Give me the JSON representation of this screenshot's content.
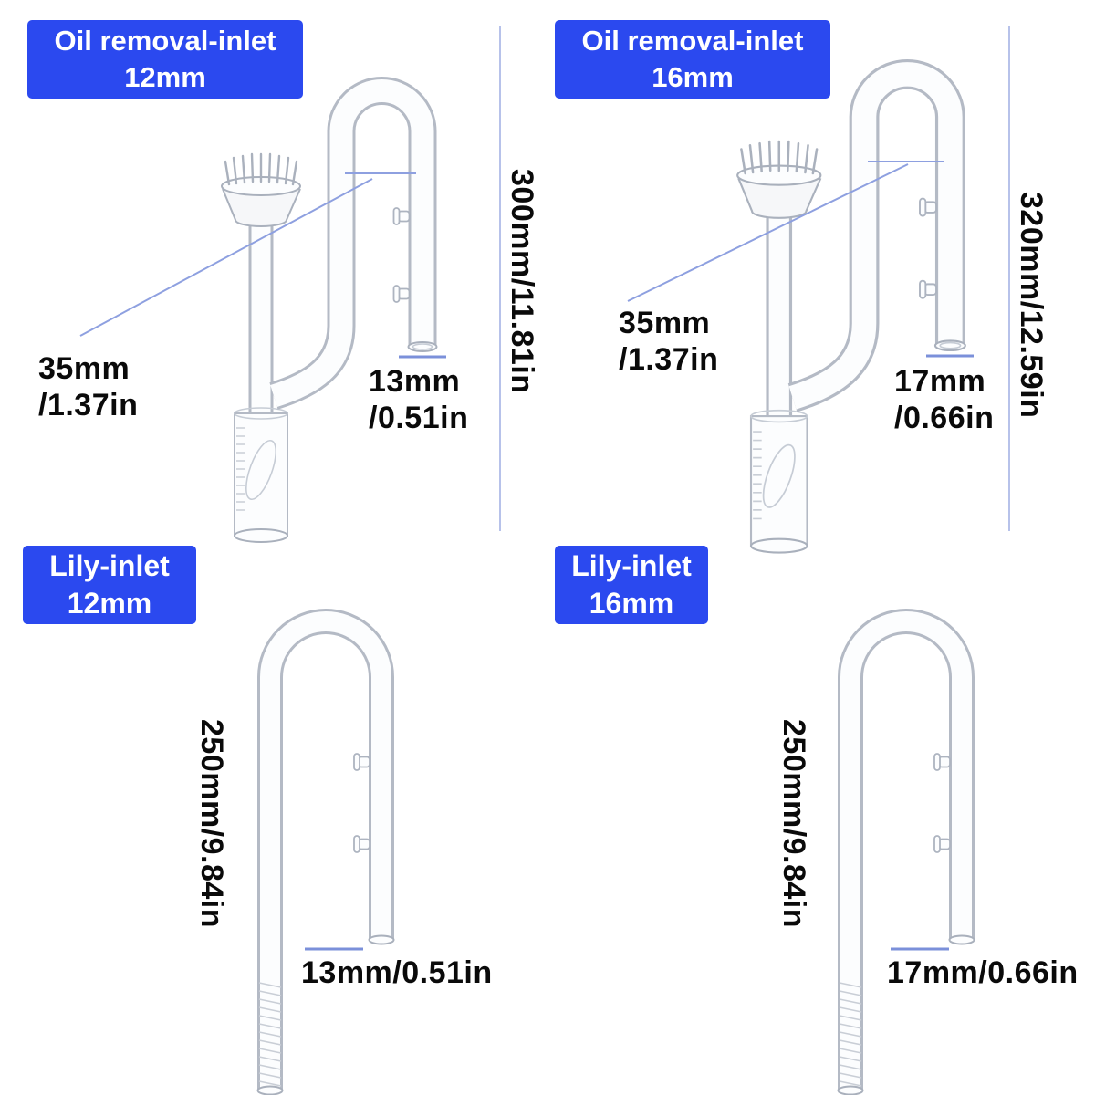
{
  "colors": {
    "badge_blue": "#2b49ef",
    "annotation_blue": "#8ea0e0",
    "tick_blue": "#7b90da",
    "glass_gray": "#b4bac5"
  },
  "products": {
    "oil_removal_12": {
      "badge_line1": "Oil removal-inlet",
      "badge_line2": "12mm",
      "cup_width_label": "35mm\n/1.37in",
      "outlet_label": "13mm\n/0.51in",
      "height_label": "300mm/11.81in"
    },
    "oil_removal_16": {
      "badge_line1": "Oil removal-inlet",
      "badge_line2": "16mm",
      "cup_width_label": "35mm\n/1.37in",
      "outlet_label": "17mm\n/0.66in",
      "height_label": "320mm/12.59in"
    },
    "lily_12": {
      "badge_line1": "Lily-inlet",
      "badge_line2": "12mm",
      "outlet_label": "13mm/0.51in",
      "height_label": "250mm/9.84in"
    },
    "lily_16": {
      "badge_line1": "Lily-inlet",
      "badge_line2": "16mm",
      "outlet_label": "17mm/0.66in",
      "height_label": "250mm/9.84in"
    }
  }
}
